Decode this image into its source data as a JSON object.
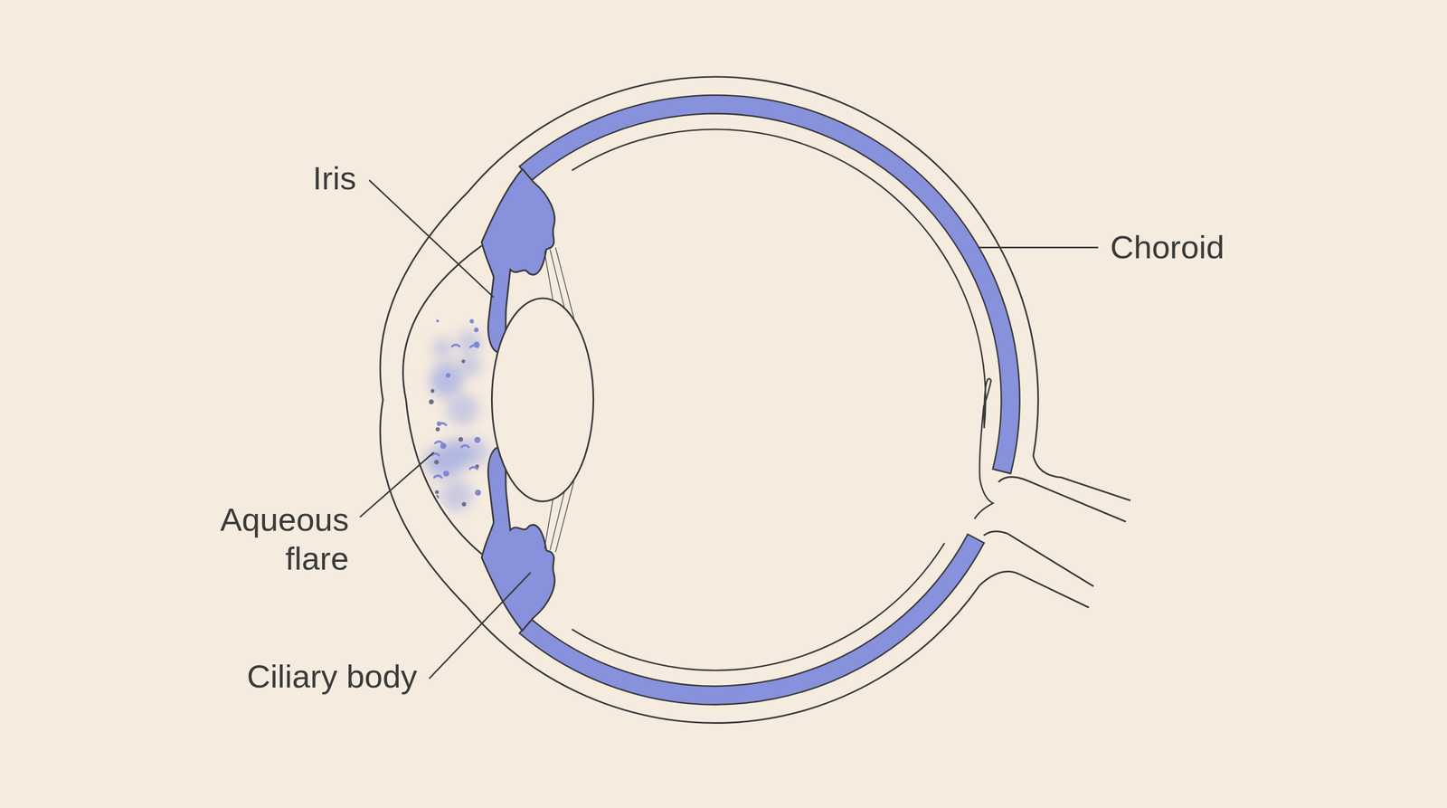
{
  "diagram": {
    "labels": [
      "Iris",
      "Choroid",
      "Aqueous flare",
      "Ciliary body"
    ]
  }
}
